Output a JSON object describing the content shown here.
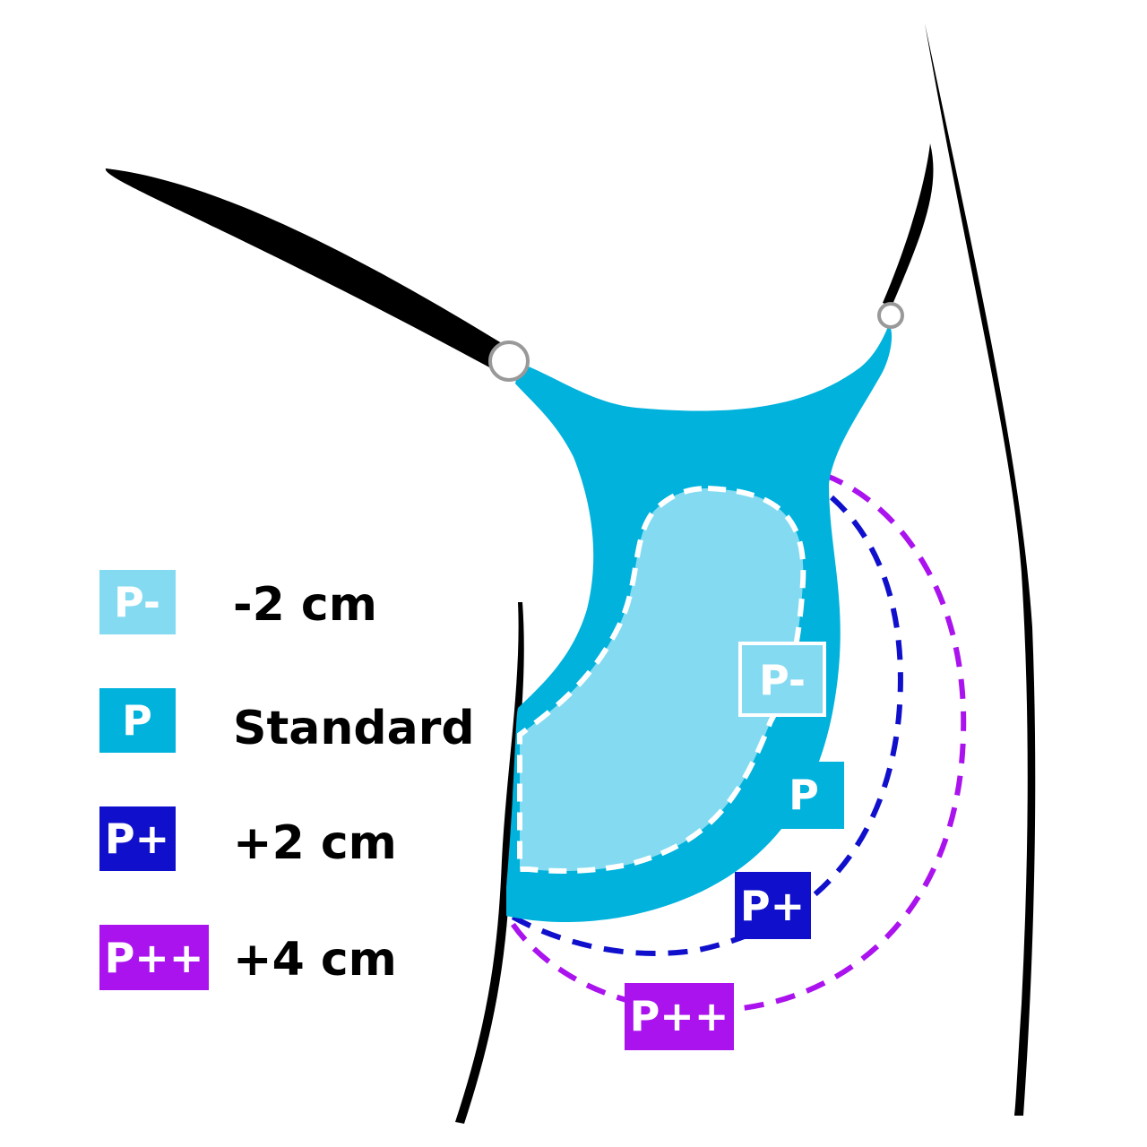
{
  "colors": {
    "p_minus": "#84dbf1",
    "p_standard": "#00b2dc",
    "p_plus": "#1010cc",
    "p_plus_plus": "#aa12ee",
    "outline": "#000000"
  },
  "legend": [
    {
      "tag": "P-",
      "text": "-2 cm",
      "color": "#84dbf1"
    },
    {
      "tag": "P",
      "text": "Standard",
      "color": "#00b2dc"
    },
    {
      "tag": "P+",
      "text": "+2 cm",
      "color": "#1010cc"
    },
    {
      "tag": "P++",
      "text": "+4 cm",
      "color": "#aa12ee"
    }
  ],
  "figure_tags": {
    "p_minus": "P-",
    "p_standard": "P",
    "p_plus": "P+",
    "p_plus_plus": "P++"
  }
}
